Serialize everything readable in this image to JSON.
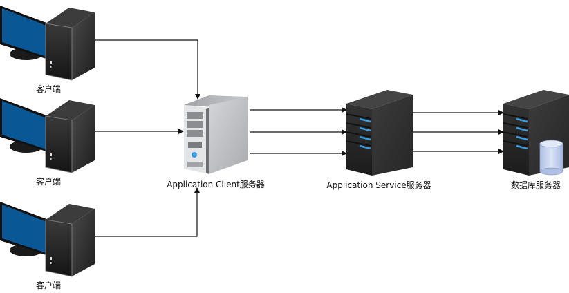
{
  "diagram": {
    "type": "architecture",
    "nodes": [
      {
        "id": "client-1",
        "label": "客户端",
        "icon": "desktop-computer-icon"
      },
      {
        "id": "client-2",
        "label": "客户端",
        "icon": "desktop-computer-icon"
      },
      {
        "id": "client-3",
        "label": "客户端",
        "icon": "desktop-computer-icon"
      },
      {
        "id": "app-client",
        "label": "Application Client服务器",
        "icon": "tower-server-icon"
      },
      {
        "id": "app-service",
        "label": "Application Service服务器",
        "icon": "rack-server-icon"
      },
      {
        "id": "db-server",
        "label": "数据库服务器",
        "icon": "database-server-icon"
      }
    ],
    "edges": [
      {
        "from": "client-1",
        "to": "app-client",
        "count": 1
      },
      {
        "from": "client-2",
        "to": "app-client",
        "count": 1
      },
      {
        "from": "client-3",
        "to": "app-client",
        "count": 1
      },
      {
        "from": "app-client",
        "to": "app-service",
        "count": 3
      },
      {
        "from": "app-service",
        "to": "db-server",
        "count": 3
      }
    ]
  },
  "colors": {
    "monitor_screen": "#0a5796",
    "tower_dark": "#2e2e2e",
    "server_light": "#c4c6c9",
    "server_dark": "#353535",
    "led_blue": "#3a9be0",
    "db_cylinder": "#c6d4ef",
    "line": "#111111"
  }
}
